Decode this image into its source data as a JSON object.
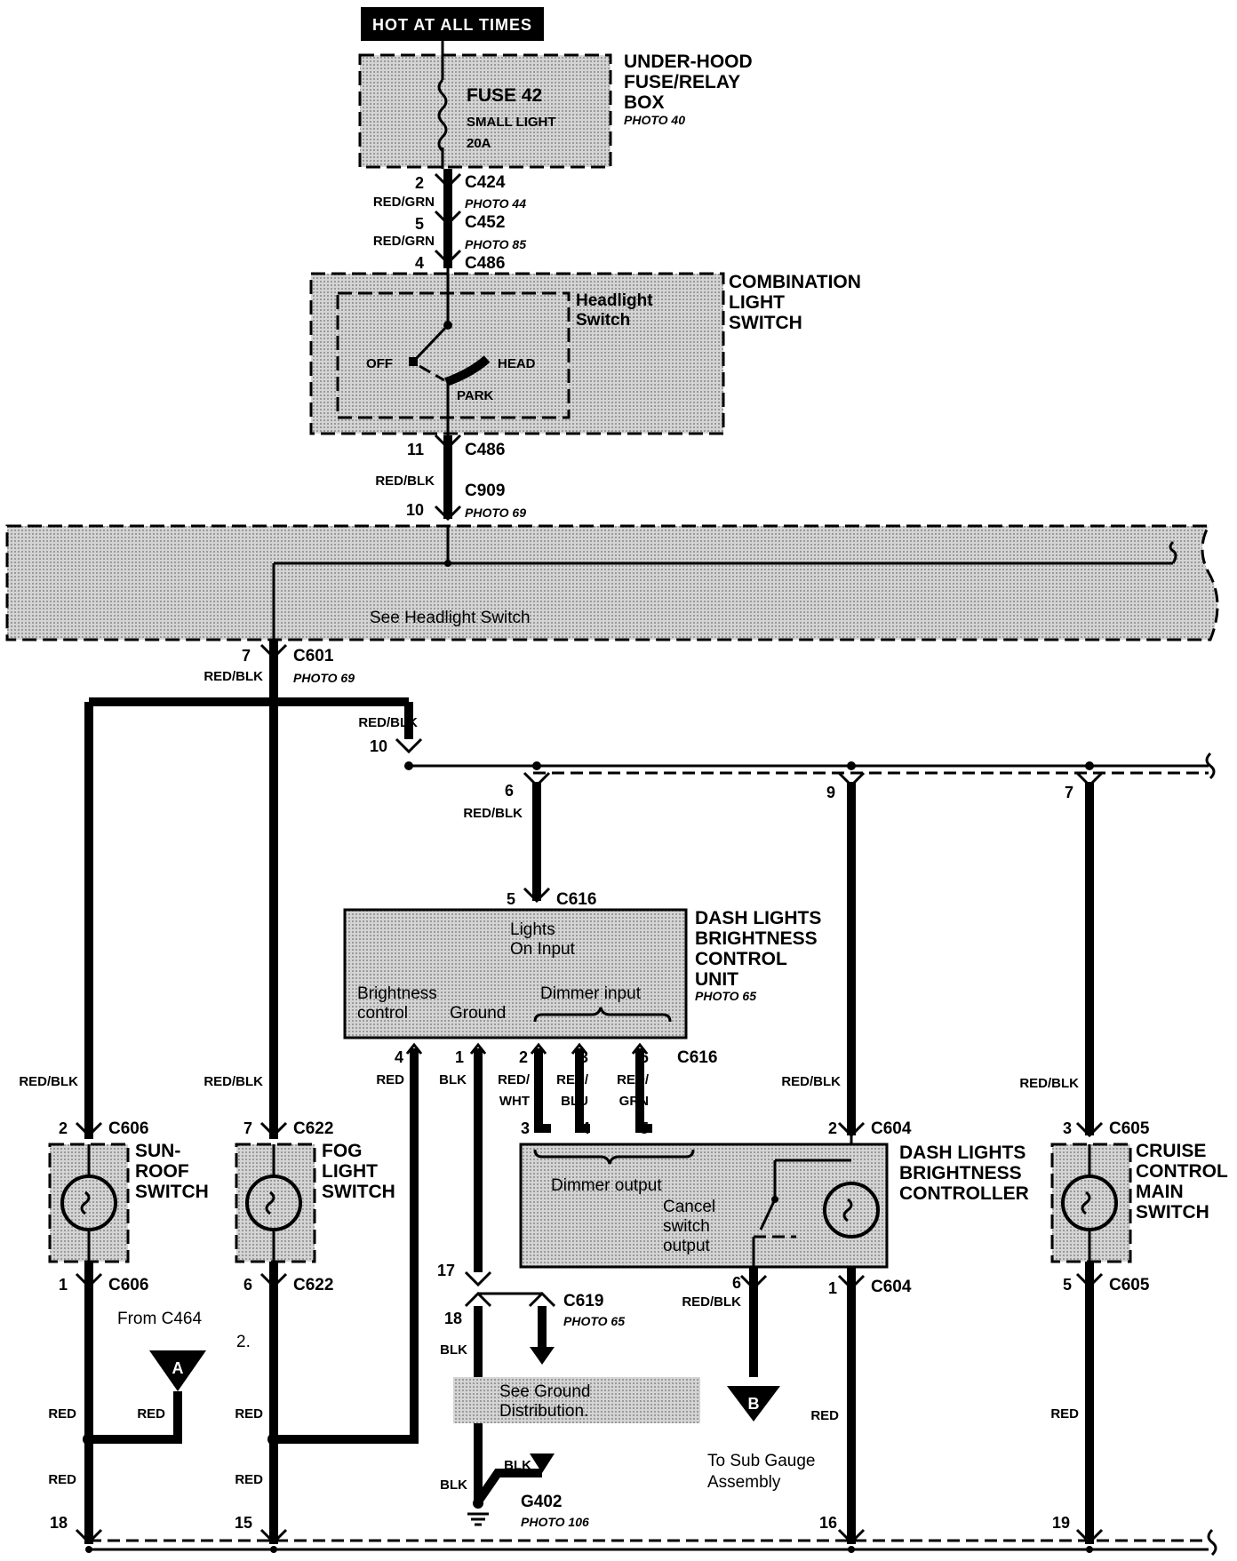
{
  "header": {
    "hot_label": "HOT AT ALL TIMES"
  },
  "fusebox": {
    "title_line1": "UNDER-HOOD",
    "title_line2": "FUSE/RELAY",
    "title_line3": "BOX",
    "photo": "PHOTO 40",
    "fuse_name": "FUSE 42",
    "fuse_circuit": "SMALL LIGHT",
    "fuse_rating": "20A"
  },
  "upper_connectors": {
    "c424": {
      "pin": "2",
      "name": "C424",
      "photo": "PHOTO 44",
      "wire": "RED/GRN"
    },
    "c452": {
      "pin": "5",
      "name": "C452",
      "photo": "PHOTO 85",
      "wire": "RED/GRN"
    },
    "c486_top": {
      "pin": "4",
      "name": "C486"
    }
  },
  "combo_switch": {
    "title_line1": "COMBINATION",
    "title_line2": "LIGHT",
    "title_line3": "SWITCH",
    "sub_line1": "Headlight",
    "sub_line2": "Switch",
    "off": "OFF",
    "head": "HEAD",
    "park": "PARK"
  },
  "lower_connectors": {
    "c486_bottom": {
      "pin": "11",
      "name": "C486"
    },
    "wire": "RED/BLK",
    "c909": {
      "pin": "10",
      "name": "C909",
      "photo": "PHOTO 69"
    }
  },
  "headlight_ref": "See Headlight Switch",
  "c601": {
    "pin": "7",
    "name": "C601",
    "wire": "RED/BLK",
    "photo": "PHOTO 69",
    "branch_wire": "RED/BLK",
    "branch_pin": "10"
  },
  "bus_pins": {
    "p6": "6",
    "p6_wire": "RED/BLK",
    "p9": "9",
    "p7": "7"
  },
  "control_unit": {
    "title_line1": "DASH LIGHTS",
    "title_line2": "BRIGHTNESS",
    "title_line3": "CONTROL",
    "title_line4": "UNIT",
    "photo": "PHOTO 65",
    "top_pin": "5",
    "top_conn": "C616",
    "lights_on_1": "Lights",
    "lights_on_2": "On Input",
    "brightness_1": "Brightness",
    "brightness_2": "control",
    "ground": "Ground",
    "dimmer_input": "Dimmer input",
    "bottom_conn": "C616",
    "pins": [
      "4",
      "1",
      "2",
      "3",
      "6"
    ],
    "wires": {
      "w4": "RED",
      "w1": "BLK",
      "w2a": "RED/",
      "w2b": "WHT",
      "w3a": "RED/",
      "w3b": "BLU",
      "w6a": "RED/",
      "w6b": "GRN"
    }
  },
  "controller": {
    "title_line1": "DASH LIGHTS",
    "title_line2": "BRIGHTNESS",
    "title_line3": "CONTROLLER",
    "in_pins": [
      "3",
      "4",
      "5"
    ],
    "top_pin": "2",
    "top_conn": "C604",
    "top_wire": "RED/BLK",
    "dimmer_output": "Dimmer output",
    "cancel_1": "Cancel",
    "cancel_2": "switch",
    "cancel_3": "output",
    "bot_pin_6": "6",
    "bot_pin_1": "1",
    "bot_conn": "C604",
    "out_wire": "RED/BLK",
    "red_wire": "RED"
  },
  "sunroof": {
    "title_line1": "SUN-",
    "title_line2": "ROOF",
    "title_line3": "SWITCH",
    "top_pin": "2",
    "top_conn": "C606",
    "bot_pin": "1",
    "bot_conn": "C606",
    "wire_top": "RED/BLK"
  },
  "fog": {
    "title_line1": "FOG",
    "title_line2": "LIGHT",
    "title_line3": "SWITCH",
    "top_pin": "7",
    "top_conn": "C622",
    "bot_pin": "6",
    "bot_conn": "C622",
    "wire_top": "RED/BLK"
  },
  "cruise": {
    "title_line1": "CRUISE",
    "title_line2": "CONTROL",
    "title_line3": "MAIN",
    "title_line4": "SWITCH",
    "top_pin": "3",
    "top_conn": "C605",
    "bot_pin": "5",
    "bot_conn": "C605",
    "wire_top": "RED/BLK",
    "wire_bot": "RED"
  },
  "ground": {
    "pin17": "17",
    "pin18": "18",
    "c619": "C619",
    "photo": "PHOTO 65",
    "wire": "BLK",
    "ref_1": "See Ground",
    "ref_2": "Distribution.",
    "wire_blk2": "BLK",
    "wire_blk3": "BLK",
    "g402": "G402",
    "g402_photo": "PHOTO 106"
  },
  "misc": {
    "from_c464": "From C464",
    "note_2": "2.",
    "marker_a": "A",
    "marker_b": "B",
    "sub_gauge_1": "To Sub Gauge",
    "sub_gauge_2": "Assembly",
    "red_left1": "RED",
    "red_left2": "RED",
    "red_a": "RED",
    "red_fog1": "RED",
    "red_fog2": "RED"
  },
  "bottom_pins": {
    "p18": "18",
    "p15": "15",
    "p16": "16",
    "p19": "19"
  }
}
